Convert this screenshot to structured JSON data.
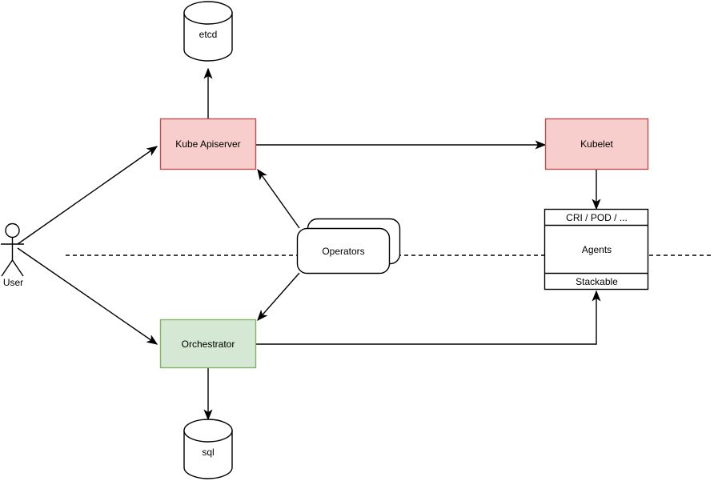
{
  "diagram": {
    "title": "Kubernetes / Orchestrator architecture diagram",
    "colors": {
      "pink_fill": "#f8cecc",
      "pink_stroke": "#b85450",
      "green_fill": "#d5e8d4",
      "green_stroke": "#82b366",
      "white_fill": "#ffffff",
      "stroke": "#000000"
    },
    "nodes": {
      "actor_user": {
        "label": "User"
      },
      "etcd": {
        "label": "etcd"
      },
      "sql": {
        "label": "sql"
      },
      "kube_apiserver": {
        "label": "Kube Apiserver"
      },
      "kubelet": {
        "label": "Kubelet"
      },
      "orchestrator": {
        "label": "Orchestrator"
      },
      "operators": {
        "label": "Operators"
      },
      "agents": {
        "header_label": "CRI / POD / ...",
        "body_label": "Agents",
        "footer_label": "Stackable"
      }
    },
    "edges": [
      {
        "name": "user-to-kube-apiserver",
        "from": "User",
        "to": "Kube Apiserver"
      },
      {
        "name": "user-to-orchestrator",
        "from": "User",
        "to": "Orchestrator"
      },
      {
        "name": "kube-apiserver-to-etcd",
        "from": "Kube Apiserver",
        "to": "etcd"
      },
      {
        "name": "kube-apiserver-to-kubelet",
        "from": "Kube Apiserver",
        "to": "Kubelet"
      },
      {
        "name": "kubelet-to-agents",
        "from": "Kubelet",
        "to": "CRI / POD / ..."
      },
      {
        "name": "orchestrator-to-sql",
        "from": "Orchestrator",
        "to": "sql"
      },
      {
        "name": "orchestrator-to-stackable",
        "from": "Orchestrator",
        "to": "Stackable"
      },
      {
        "name": "operators-to-kube-apiserver",
        "from": "Operators",
        "to": "Kube Apiserver"
      },
      {
        "name": "operators-to-orchestrator",
        "from": "Operators",
        "to": "Orchestrator"
      }
    ],
    "separator": {
      "name": "horizontal-dashed-separator",
      "style": "dashed"
    }
  }
}
